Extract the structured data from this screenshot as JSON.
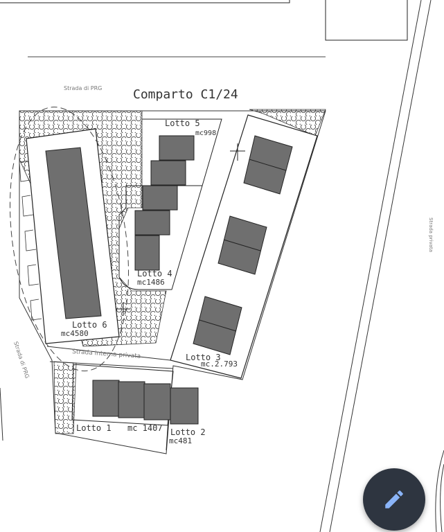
{
  "plan": {
    "title": "Comparto C1/24",
    "road_prg_top": "Strada di PRG",
    "road_prg_left": "Strada di PRG",
    "road_private_right": "Strada privata",
    "road_internal": "Strada interna privata",
    "lots": [
      {
        "name": "Lotto 1",
        "volume": "mc 1407"
      },
      {
        "name": "Lotto 2",
        "volume": "mc481"
      },
      {
        "name": "Lotto 3",
        "volume": "mc.2.793"
      },
      {
        "name": "Lotto 4",
        "volume": "mc1486"
      },
      {
        "name": "Lotto 5",
        "volume": "mc998"
      },
      {
        "name": "Lotto 6",
        "volume": "mc4580"
      }
    ]
  },
  "fab": {
    "icon": "pencil-icon",
    "color": "#2e3540",
    "icon_color": "#8ab4f8"
  }
}
